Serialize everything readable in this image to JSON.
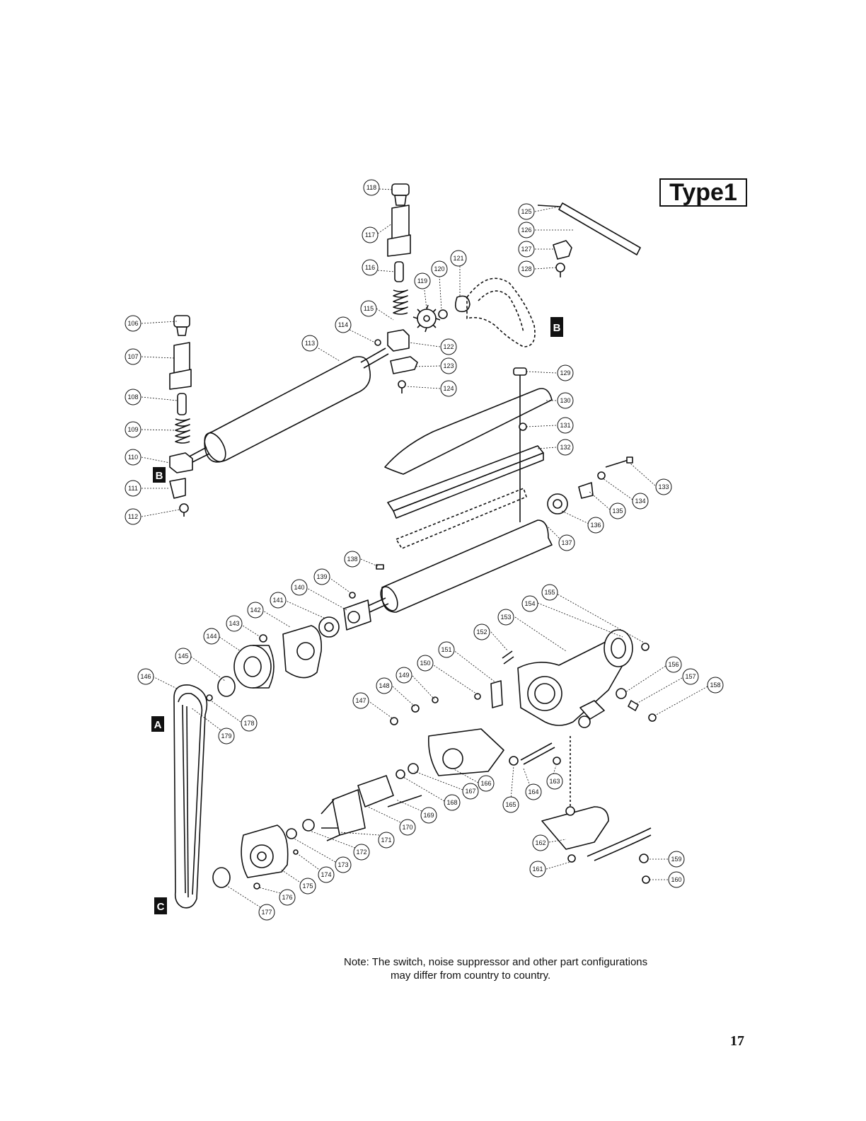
{
  "badge": "Type1",
  "note": {
    "line1": "Note: The switch, noise suppressor and other part configurations",
    "line2": "may differ from country to country."
  },
  "page_number": "17",
  "tags": [
    "A",
    "B",
    "B",
    "C"
  ],
  "parts": [
    "106",
    "107",
    "108",
    "109",
    "110",
    "111",
    "112",
    "113",
    "114",
    "115",
    "116",
    "117",
    "118",
    "119",
    "120",
    "121",
    "122",
    "123",
    "124",
    "125",
    "126",
    "127",
    "128",
    "129",
    "130",
    "131",
    "132",
    "133",
    "134",
    "135",
    "136",
    "137",
    "138",
    "139",
    "140",
    "141",
    "142",
    "143",
    "144",
    "145",
    "146",
    "147",
    "148",
    "149",
    "150",
    "151",
    "152",
    "153",
    "154",
    "155",
    "156",
    "157",
    "158",
    "159",
    "160",
    "161",
    "162",
    "163",
    "164",
    "165",
    "166",
    "167",
    "168",
    "169",
    "170",
    "171",
    "172",
    "173",
    "174",
    "175",
    "176",
    "177",
    "178",
    "179"
  ]
}
